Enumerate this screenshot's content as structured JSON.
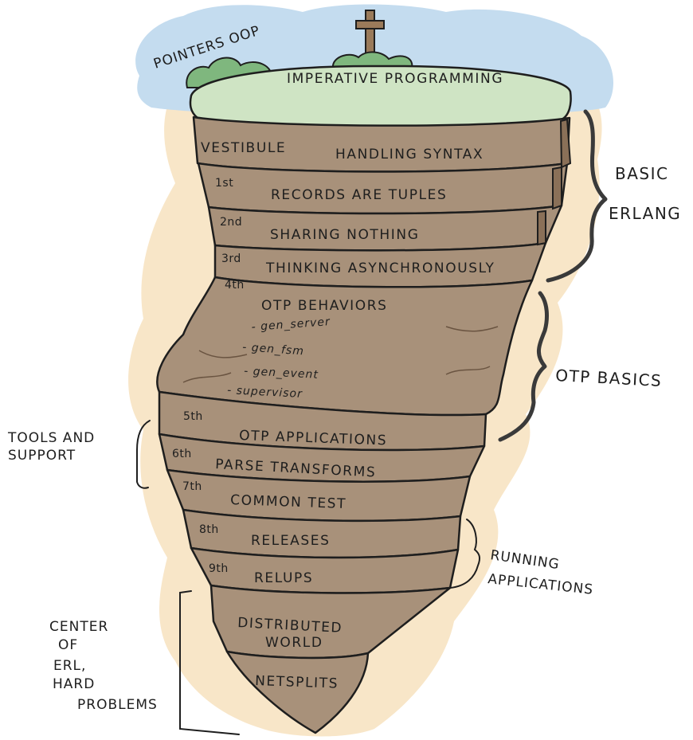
{
  "top": {
    "left_label": "POINTERS OOP",
    "surface_label": "IMPERATIVE PROGRAMMING"
  },
  "layers": {
    "vestibule": {
      "number": "VESTIBULE",
      "label": "HANDLING SYNTAX"
    },
    "l1": {
      "number": "1st",
      "label": "RECORDS ARE TUPLES"
    },
    "l2": {
      "number": "2nd",
      "label": "SHARING NOTHING"
    },
    "l3": {
      "number": "3rd",
      "label": "THINKING ASYNCHRONOUSLY"
    },
    "l4": {
      "number": "4th",
      "label": "OTP BEHAVIORS",
      "items": [
        "- gen_server",
        "- gen_fsm",
        "- gen_event",
        "- supervisor"
      ]
    },
    "l5": {
      "number": "5th",
      "label": "OTP APPLICATIONS"
    },
    "l6": {
      "number": "6th",
      "label": "PARSE TRANSFORMS"
    },
    "l7": {
      "number": "7th",
      "label": "COMMON TEST"
    },
    "l8": {
      "number": "8th",
      "label": "RELEASES"
    },
    "l9": {
      "number": "9th",
      "label": "RELUPS"
    },
    "l10": {
      "label_line1": "DISTRIBUTED",
      "label_line2": "WORLD"
    },
    "l11": {
      "label": "NETSPLITS"
    }
  },
  "groups": {
    "basic_erlang": {
      "line1": "BASIC",
      "line2": "ERLANG"
    },
    "otp_basics": {
      "label": "OTP BASICS"
    },
    "tools_support": {
      "line1": "TOOLS AND",
      "line2": "SUPPORT"
    },
    "running_apps": {
      "line1": "RUNNING",
      "line2": "APPLICATIONS"
    },
    "center": {
      "line1": "CENTER",
      "line2": "OF",
      "line3": "ERL,",
      "line4": "HARD",
      "line5": "PROBLEMS"
    }
  },
  "colors": {
    "sky": "#c4dcef",
    "grass": "#cfe4c4",
    "bushes": "#7fb77e",
    "earth": "#a8917a",
    "backdrop": "#f8e6c8",
    "cross": "#9a7a5a"
  }
}
